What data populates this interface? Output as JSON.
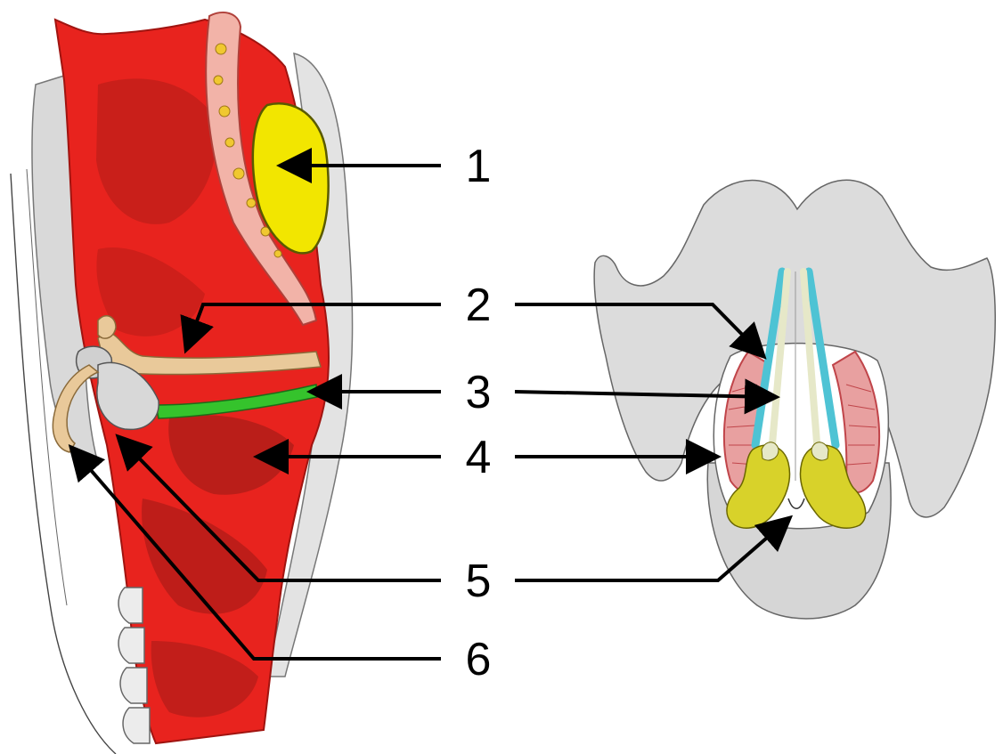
{
  "labels": [
    "1",
    "2",
    "3",
    "4",
    "5",
    "6"
  ],
  "colors": {
    "tissue_red": "#e8231e",
    "tissue_dark": "#9b1a16",
    "cartilage_gray": "#d8d8d8",
    "outline": "#555555",
    "epiglottis_fat": "#f2e600",
    "vocal_ligament": "#e9c99a",
    "vocal_fold_green": "#35c32c",
    "arytenoid_gray": "#cfcfcf",
    "arytenoid_yellow": "#d8d22a",
    "vocal_ligament_cyan": "#4ec3d4",
    "muscle_pink": "#c0454a"
  }
}
